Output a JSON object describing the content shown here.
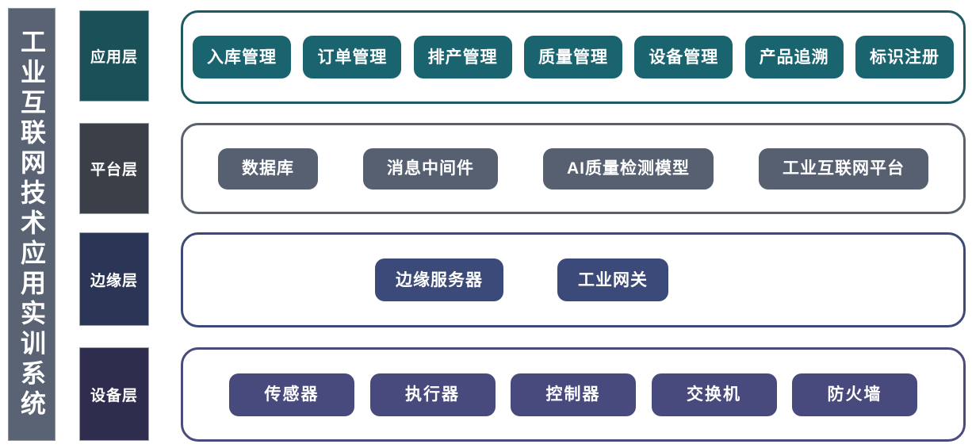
{
  "sidebar": {
    "title": "工业互联网技术应用实训系统"
  },
  "architecture": {
    "layers": [
      {
        "id": "application",
        "label": "应用层",
        "label_bg": "#1a5159",
        "panel_border": "#1d5a61",
        "chip_bg": "#1a6470",
        "items": [
          "入库管理",
          "订单管理",
          "排产管理",
          "质量管理",
          "设备管理",
          "产品追溯",
          "标识注册"
        ]
      },
      {
        "id": "platform",
        "label": "平台层",
        "label_bg": "#3a3f48",
        "panel_border": "#5a616c",
        "chip_bg": "#576070",
        "items": [
          "数据库",
          "消息中间件",
          "AI质量检测模型",
          "工业互联网平台"
        ]
      },
      {
        "id": "edge",
        "label": "边缘层",
        "label_bg": "#2b3555",
        "panel_border": "#3d4a77",
        "chip_bg": "#3b4a78",
        "items": [
          "边缘服务器",
          "工业网关"
        ]
      },
      {
        "id": "device",
        "label": "设备层",
        "label_bg": "#2e2d4d",
        "panel_border": "#4a4a7d",
        "chip_bg": "#484a7d",
        "items": [
          "传感器",
          "执行器",
          "控制器",
          "交换机",
          "防火墙"
        ]
      }
    ]
  }
}
